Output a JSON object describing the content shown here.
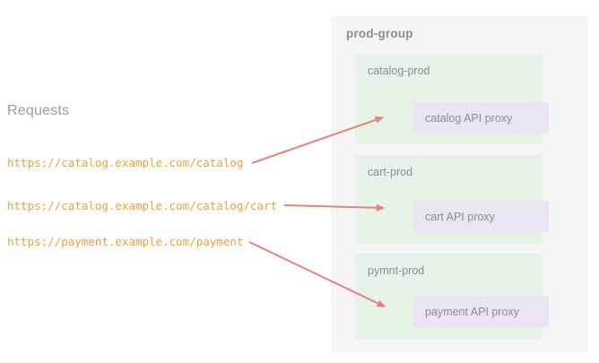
{
  "colors": {
    "background": "#ffffff",
    "panel_gray": "#f5f5f5",
    "env_green": "#e8f3e8",
    "proxy_purple": "#ece3f3",
    "arrow_red": "#e8827c",
    "url_orange": "#f2a03c",
    "text_gray": "#8d8d8d",
    "label_gray": "#9b9b9b"
  },
  "left": {
    "heading": "Requests",
    "urls": [
      "https://catalog.example.com/catalog",
      "https://catalog.example.com/catalog/cart",
      "https://payment.example.com/payment"
    ]
  },
  "panel": {
    "title": "prod-group",
    "environments": [
      {
        "name": "catalog-prod",
        "proxy": "catalog API proxy"
      },
      {
        "name": "cart-prod",
        "proxy": "cart API proxy"
      },
      {
        "name": "pymnt-prod",
        "proxy": "payment API proxy"
      }
    ]
  },
  "arrows": [
    {
      "name": "arrow-catalog",
      "from_label": "https://catalog.example.com/catalog",
      "to_label": "catalog API proxy"
    },
    {
      "name": "arrow-cart",
      "from_label": "https://catalog.example.com/catalog/cart",
      "to_label": "cart API proxy"
    },
    {
      "name": "arrow-payment",
      "from_label": "https://payment.example.com/payment",
      "to_label": "payment API proxy"
    }
  ]
}
